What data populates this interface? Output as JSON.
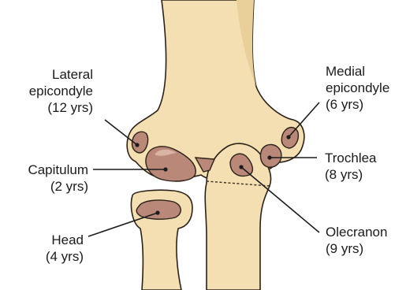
{
  "labels": {
    "lateral_epicondyle": {
      "line1": "Lateral",
      "line2": "epicondyle",
      "age": "(12 yrs)"
    },
    "medial_epicondyle": {
      "line1": "Medial",
      "line2": "epicondyle",
      "age": "(6 yrs)"
    },
    "capitulum": {
      "name": "Capitulum",
      "age": "(2 yrs)"
    },
    "trochlea": {
      "name": "Trochlea",
      "age": "(8 yrs)"
    },
    "head": {
      "name": "Head",
      "age": "(4 yrs)"
    },
    "olecranon": {
      "name": "Olecranon",
      "age": "(9 yrs)"
    }
  },
  "colors": {
    "bone": "#f3dfb2",
    "ossification_center": "#b98878",
    "outline": "#2b2118"
  }
}
